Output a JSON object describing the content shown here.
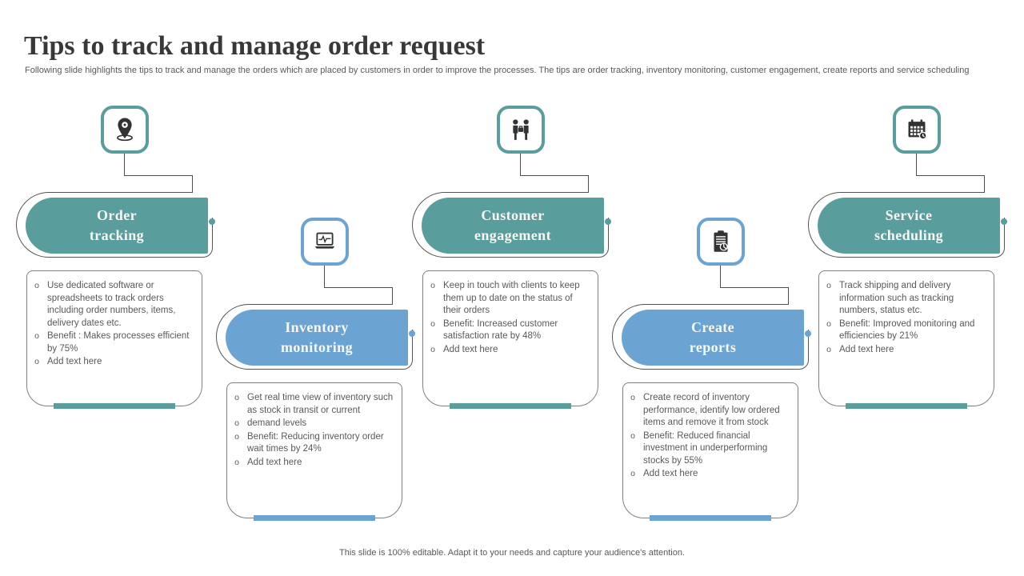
{
  "slide": {
    "title": "Tips to track and manage order request",
    "subtitle": "Following slide highlights the tips to track and manage the orders which are placed by customers in order to improve the processes. The tips are order tracking, inventory monitoring, customer engagement, create reports and service scheduling",
    "footer": "This slide is 100% editable. Adapt it to your needs and capture your audience's attention."
  },
  "colors": {
    "teal_accent": "#5a9d9d",
    "blue_accent": "#6ba3d3",
    "body_text": "#595959",
    "title_text": "#383838"
  },
  "bullet_marker": "o",
  "tips": [
    {
      "id": "order-tracking",
      "title": "Order tracking",
      "title_lines": [
        "Order",
        "tracking"
      ],
      "icon": "location-pin-icon",
      "accent": "teal",
      "bullets": [
        "Use dedicated software or spreadsheets to track orders including order numbers, items, delivery dates etc.",
        "Benefit : Makes processes efficient by 75%",
        "Add text here"
      ]
    },
    {
      "id": "inventory-monitoring",
      "title": "Inventory monitoring",
      "title_lines": [
        "Inventory",
        "monitoring"
      ],
      "icon": "laptop-pulse-icon",
      "accent": "blue",
      "bullets": [
        "Get real time view of inventory such as stock in transit or current",
        "demand levels",
        "Benefit: Reducing inventory order wait times by 24%",
        "Add text here"
      ]
    },
    {
      "id": "customer-engagement",
      "title": "Customer engagement",
      "title_lines": [
        "Customer",
        "engagement"
      ],
      "icon": "partners-meeting-icon",
      "accent": "teal",
      "bullets": [
        "Keep in touch with clients to keep them up to date on the status of their orders",
        "Benefit: Increased customer satisfaction rate by 48%",
        "Add text here"
      ]
    },
    {
      "id": "create-reports",
      "title": "Create reports",
      "title_lines": [
        "Create",
        "reports"
      ],
      "icon": "clipboard-chart-icon",
      "accent": "blue",
      "bullets": [
        "Create record of inventory performance, identify low ordered items and remove it from stock",
        "Benefit: Reduced financial investment in underperforming stocks by 55%",
        "Add text here"
      ]
    },
    {
      "id": "service-scheduling",
      "title": "Service scheduling",
      "title_lines": [
        "Service",
        "scheduling"
      ],
      "icon": "calendar-clock-icon",
      "accent": "teal",
      "bullets": [
        "Track shipping and delivery information such as tracking numbers, status etc.",
        "Benefit: Improved monitoring and efficiencies by 21%",
        "Add text here"
      ]
    }
  ]
}
